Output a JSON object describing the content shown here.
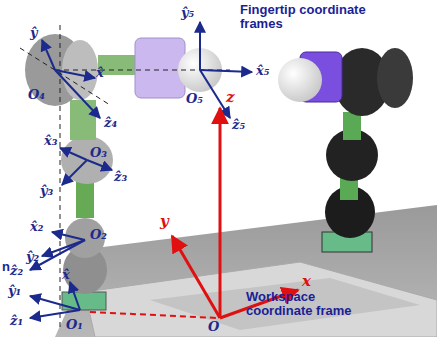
{
  "diagram": {
    "labels": [
      "Fingertip coordinate frames",
      "ŷ₅",
      "x̂₅",
      "O₅",
      "ẑ₅",
      "ŷ",
      "x̂",
      "O₄",
      "ẑ₄",
      "x̂₃",
      "O₃",
      "ẑ₃",
      "ŷ₃",
      "x̂₂",
      "O₂",
      "ŷ₂",
      "ẑ₂",
      "ŷ₁",
      "x̂",
      "ẑ₁",
      "O₁",
      "z",
      "y",
      "x",
      "O",
      "Workspace coordinate frame",
      "n"
    ]
  }
}
